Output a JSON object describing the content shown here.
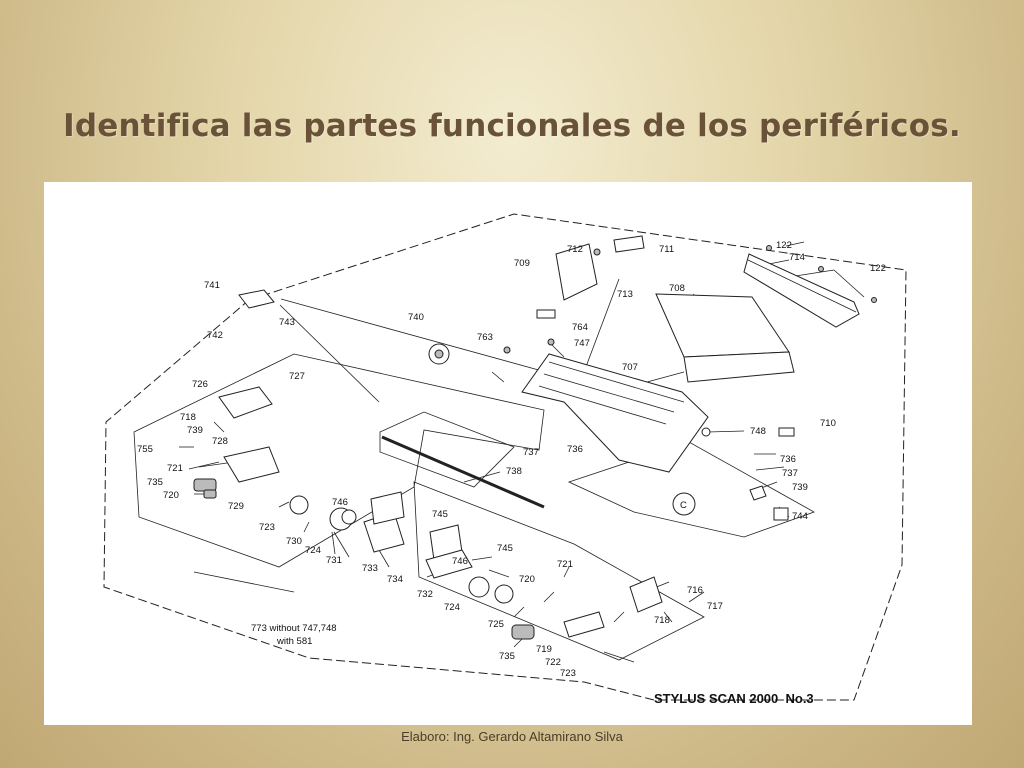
{
  "slide": {
    "title": "Identifica las partes funcionales de los periféricos.",
    "footer": "Elaboro: Ing. Gerardo Altamirano Silva"
  },
  "diagram": {
    "caption": "STYLUS SCAN 2000  No.3",
    "note_line1": "773 without 747,748",
    "note_line2": "with 581",
    "callout_c": "C",
    "labels": {
      "l122a": "122",
      "l122b": "122",
      "l714": "714",
      "l712": "712",
      "l711": "711",
      "l709": "709",
      "l713": "713",
      "l708": "708",
      "l764": "764",
      "l747": "747",
      "l763": "763",
      "l740": "740",
      "l741": "741",
      "l742": "742",
      "l743": "743",
      "l707": "707",
      "l710": "710",
      "l748": "748",
      "l736a": "736",
      "l737a": "737",
      "l736b": "736",
      "l737b": "737",
      "l739b": "739",
      "l744": "744",
      "l738": "738",
      "l726": "726",
      "l727": "727",
      "l718a": "718",
      "l739a": "739",
      "l728": "728",
      "l755": "755",
      "l721a": "721",
      "l735a": "735",
      "l720a": "720",
      "l729": "729",
      "l723a": "723",
      "l730": "730",
      "l724a": "724",
      "l731": "731",
      "l733": "733",
      "l746a": "746",
      "l745a": "745",
      "l746b": "746",
      "l745b": "745",
      "l734": "734",
      "l732": "732",
      "l724b": "724",
      "l725": "725",
      "l735b": "735",
      "l720b": "720",
      "l721b": "721",
      "l716": "716",
      "l717": "717",
      "l718b": "718",
      "l719": "719",
      "l722": "722",
      "l723b": "723"
    }
  }
}
